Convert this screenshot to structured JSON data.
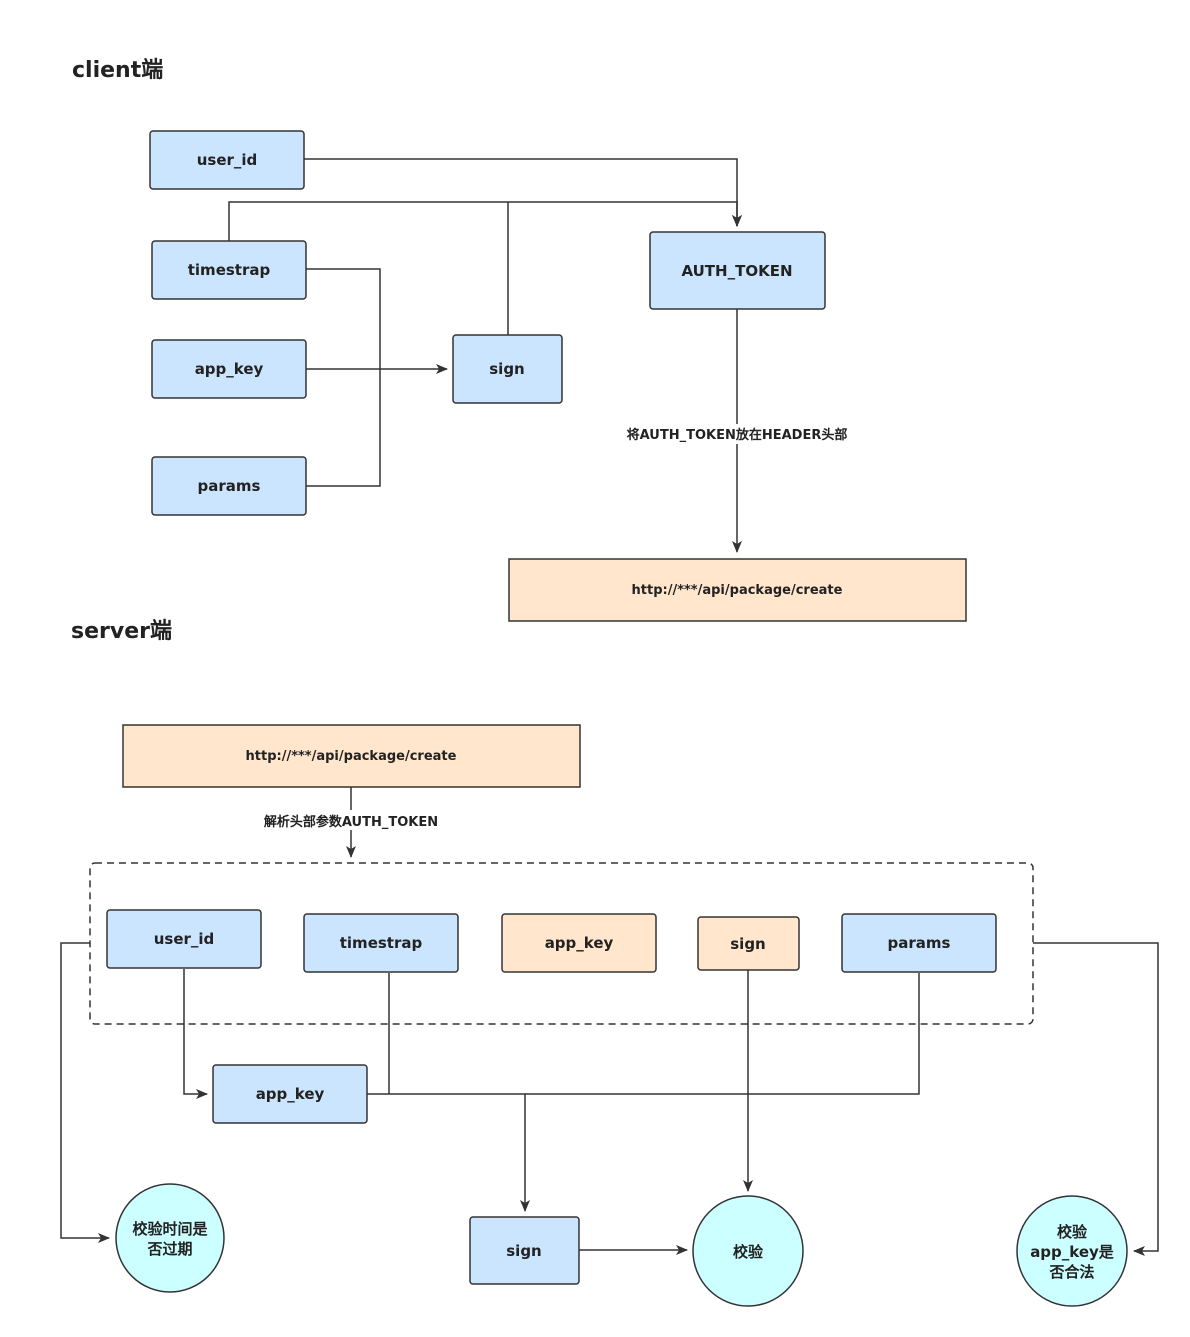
{
  "client": {
    "title": "client端",
    "user_id": "user_id",
    "timestrap": "timestrap",
    "app_key": "app_key",
    "params": "params",
    "sign": "sign",
    "auth_token": "AUTH_TOKEN",
    "header_label": "将AUTH_TOKEN放在HEADER头部",
    "url": "http://***/api/package/create"
  },
  "server": {
    "title": "server端",
    "url": "http://***/api/package/create",
    "parse_label": "解析头部参数AUTH_TOKEN",
    "user_id": "user_id",
    "timestrap": "timestrap",
    "app_key": "app_key",
    "sign": "sign",
    "params": "params",
    "lookup_app_key": "app_key",
    "computed_sign": "sign",
    "check_time_line1": "校验时间是",
    "check_time_line2": "否过期",
    "verify": "校验",
    "check_key_line1": "校验",
    "check_key_line2": "app_key是",
    "check_key_line3": "否合法"
  },
  "colors": {
    "blue_fill": "#cce5ff",
    "peach_fill": "#ffe6cc",
    "cyan_fill": "#ccffff",
    "stroke": "#333333"
  }
}
